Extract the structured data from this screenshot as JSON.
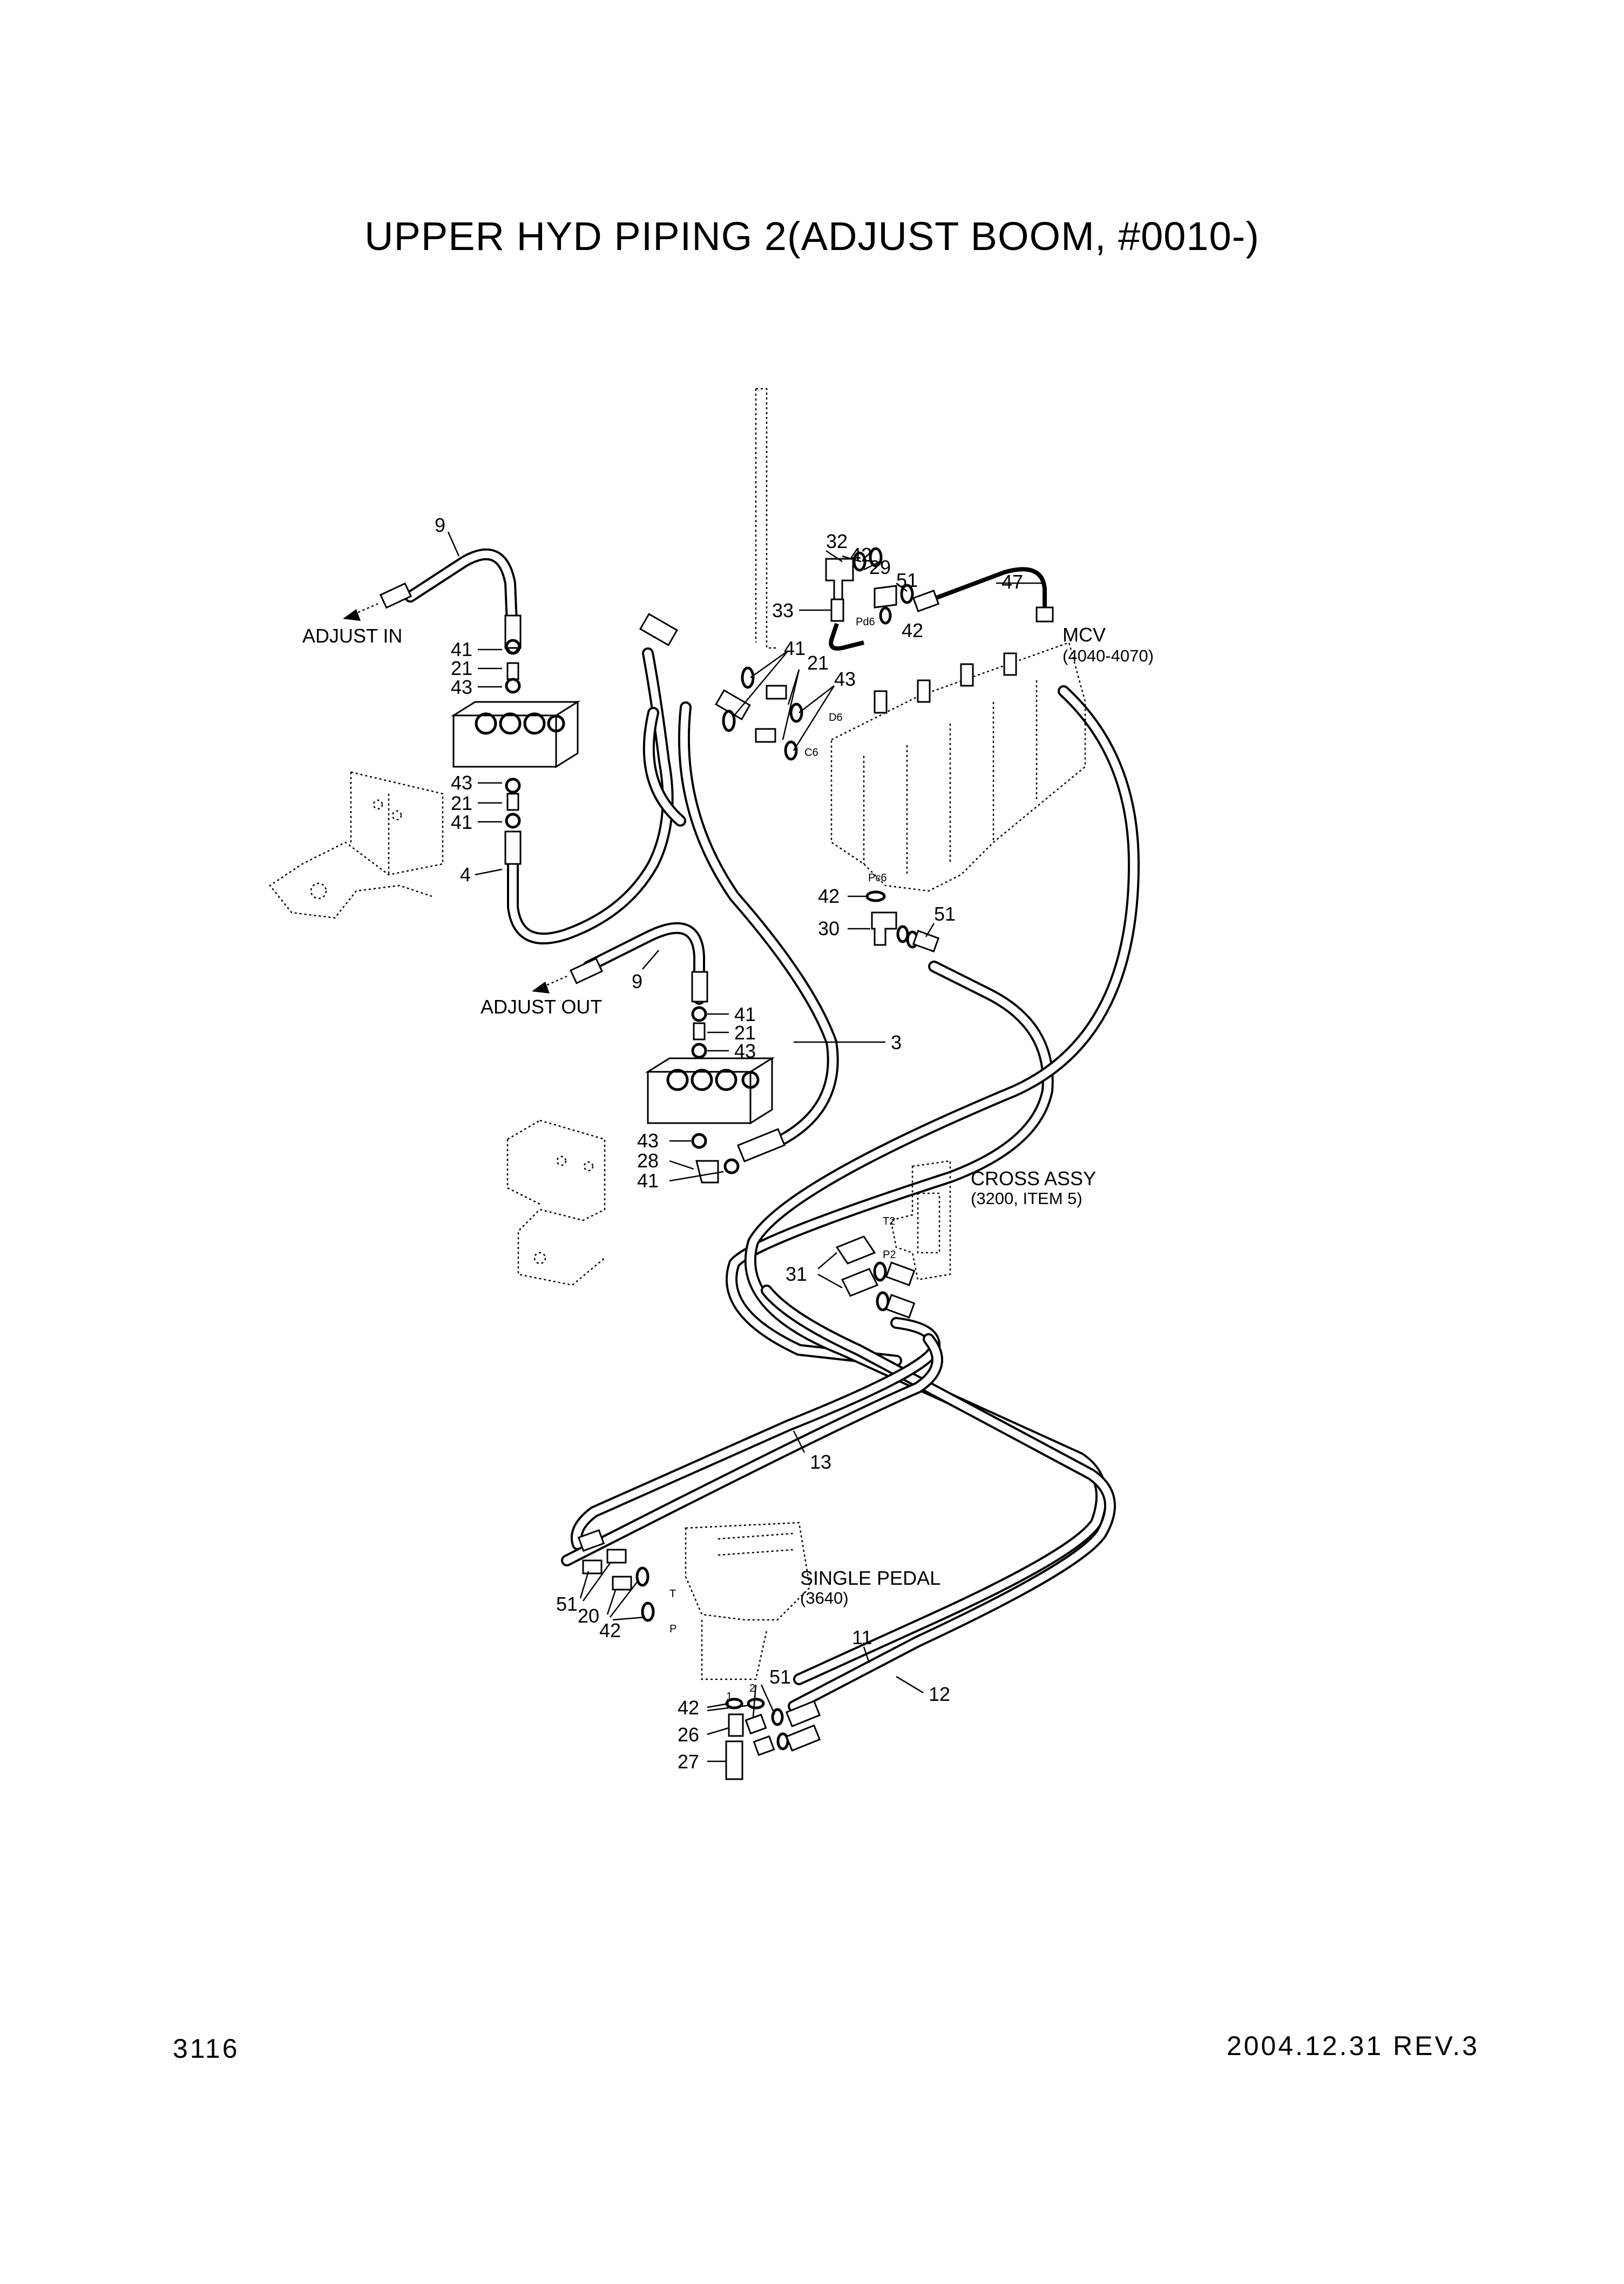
{
  "title": "UPPER HYD PIPING 2(ADJUST BOOM, #0010-)",
  "page_number": "3116",
  "date_revision": "2004.12.31  REV.3",
  "labels": {
    "adjust_in": "ADJUST IN",
    "adjust_out": "ADJUST OUT",
    "mcv": "MCV",
    "mcv_ref": "(4040-4070)",
    "cross_assy": "CROSS ASSY",
    "cross_assy_ref": "(3200, ITEM 5)",
    "single_pedal": "SINGLE PEDAL",
    "single_pedal_ref": "(3640)",
    "port_pd6": "Pd6",
    "port_d6": "D6",
    "port_c6": "C6",
    "port_pc6": "Pc6",
    "port_t2": "T2",
    "port_p2": "P2",
    "port_t": "T",
    "port_p": "P",
    "port_1": "1",
    "port_2": "2"
  },
  "callouts": {
    "c9a": "9",
    "c41a": "41",
    "c21a": "21",
    "c43a": "43",
    "c43b": "43",
    "c21b": "21",
    "c41b": "41",
    "c4": "4",
    "c9b": "9",
    "c41c": "41",
    "c21c": "21",
    "c43c": "43",
    "c43d": "43",
    "c28": "28",
    "c41d": "41",
    "c3": "3",
    "c32": "32",
    "c42a": "42",
    "c29": "29",
    "c51a": "51",
    "c47": "47",
    "c33": "33",
    "c42b": "42",
    "c41e": "41",
    "c21d": "21",
    "c43e": "43",
    "c42c": "42",
    "c30": "30",
    "c51b": "51",
    "c31": "31",
    "c13": "13",
    "c51c": "51",
    "c20": "20",
    "c42d": "42",
    "c11": "11",
    "c12": "12",
    "c42e": "42",
    "c51d": "51",
    "c26": "26",
    "c27": "27"
  }
}
